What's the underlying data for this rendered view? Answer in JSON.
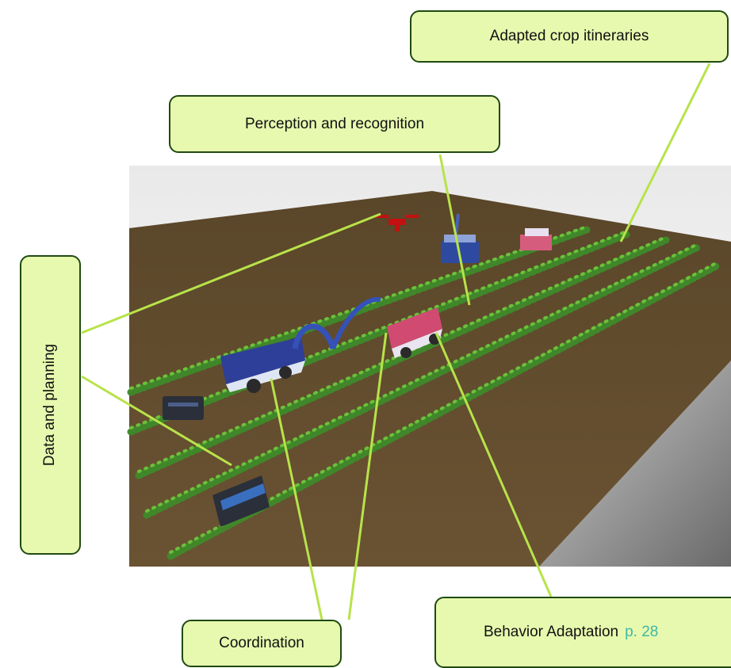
{
  "callouts": {
    "adapted_crop": "Adapted crop itineraries",
    "perception": "Perception and recognition",
    "data_planning": "Data and planning",
    "coordination": "Coordination",
    "behavior": "Behavior Adaptation",
    "page_ref": "p. 28"
  },
  "colors": {
    "callout_fill": "#e7f9ae",
    "callout_border": "#1f4a12",
    "leader_line": "#b8e34a",
    "soil": "#5e4a2d",
    "plants": "#3f8a2a",
    "drone": "#c31010",
    "robot_blue": "#2e3f9a",
    "robot_pink": "#d14a72"
  }
}
